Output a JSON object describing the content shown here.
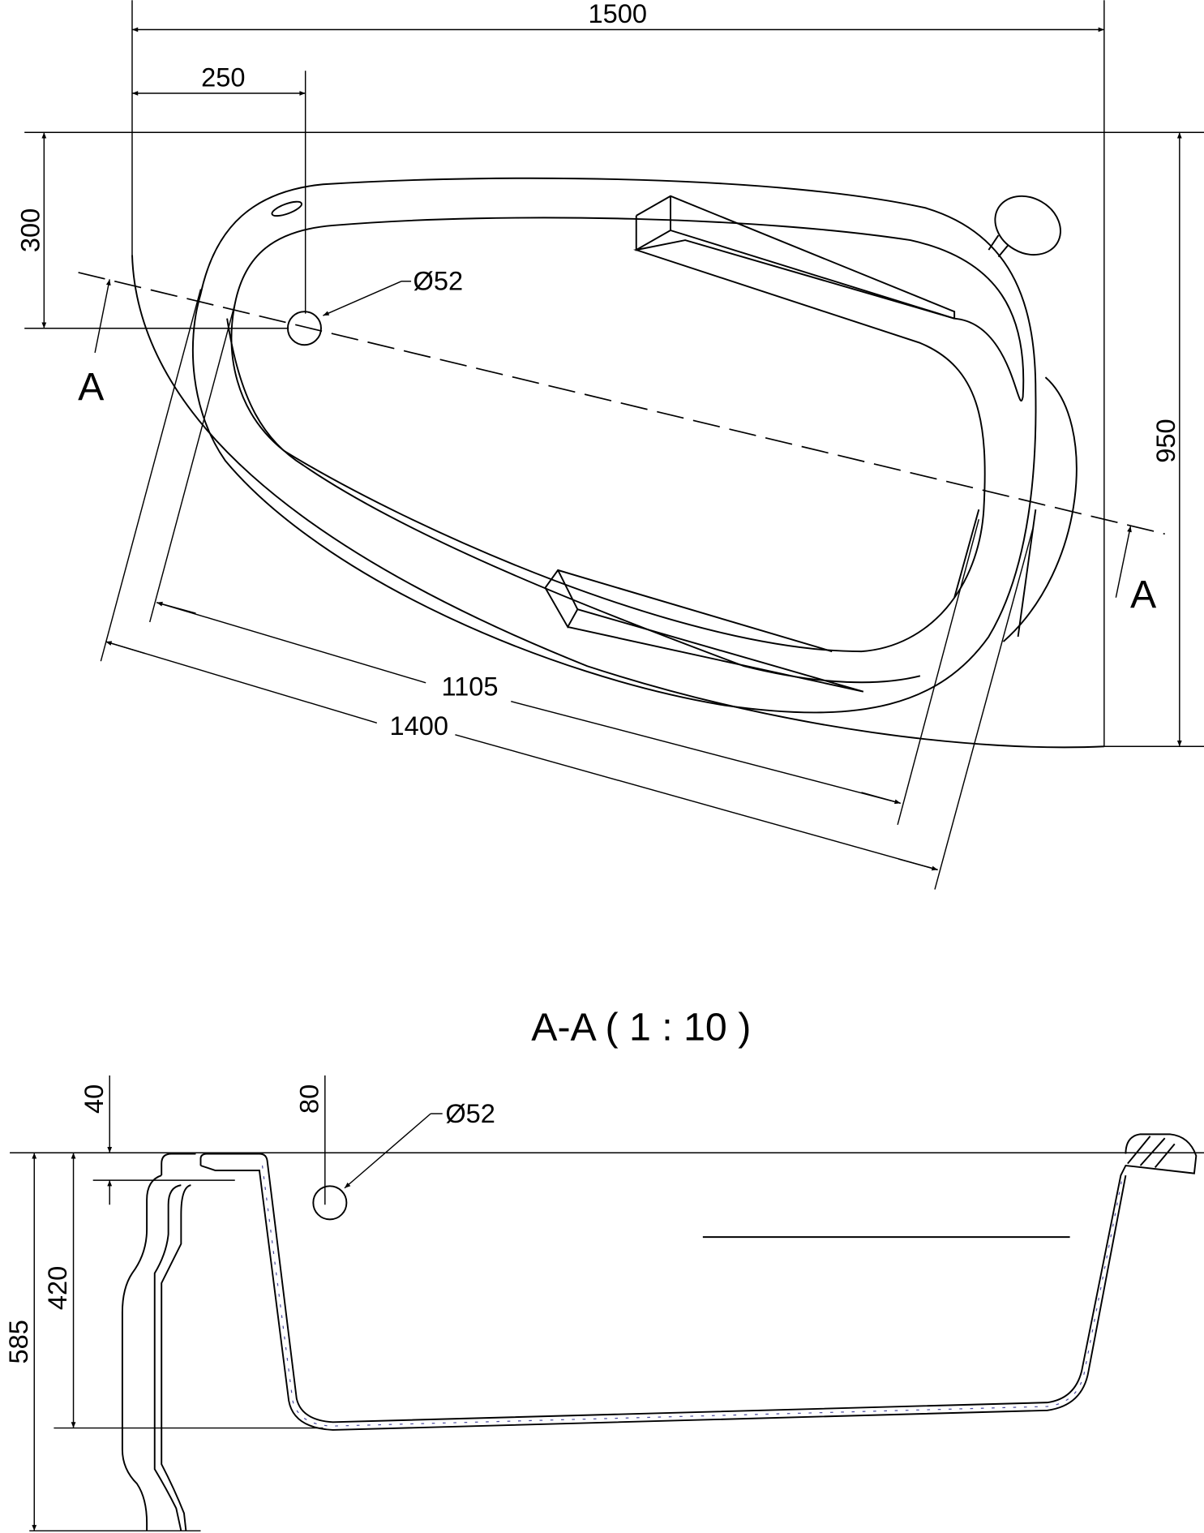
{
  "plan_view": {
    "dims": {
      "total_width": "1500",
      "drain_offset_x": "250",
      "drain_offset_y": "300",
      "total_depth": "950",
      "inner_length": "1105",
      "outer_length": "1400",
      "drain_diameter": "Ø52"
    },
    "section_marks": {
      "left": "A",
      "right": "A"
    }
  },
  "section_view": {
    "title": "A-A  ( 1 : 10 )",
    "dims": {
      "rim_thickness": "40",
      "drain_height": "80",
      "drain_diameter": "Ø52",
      "inner_depth": "420",
      "total_height": "585"
    }
  }
}
